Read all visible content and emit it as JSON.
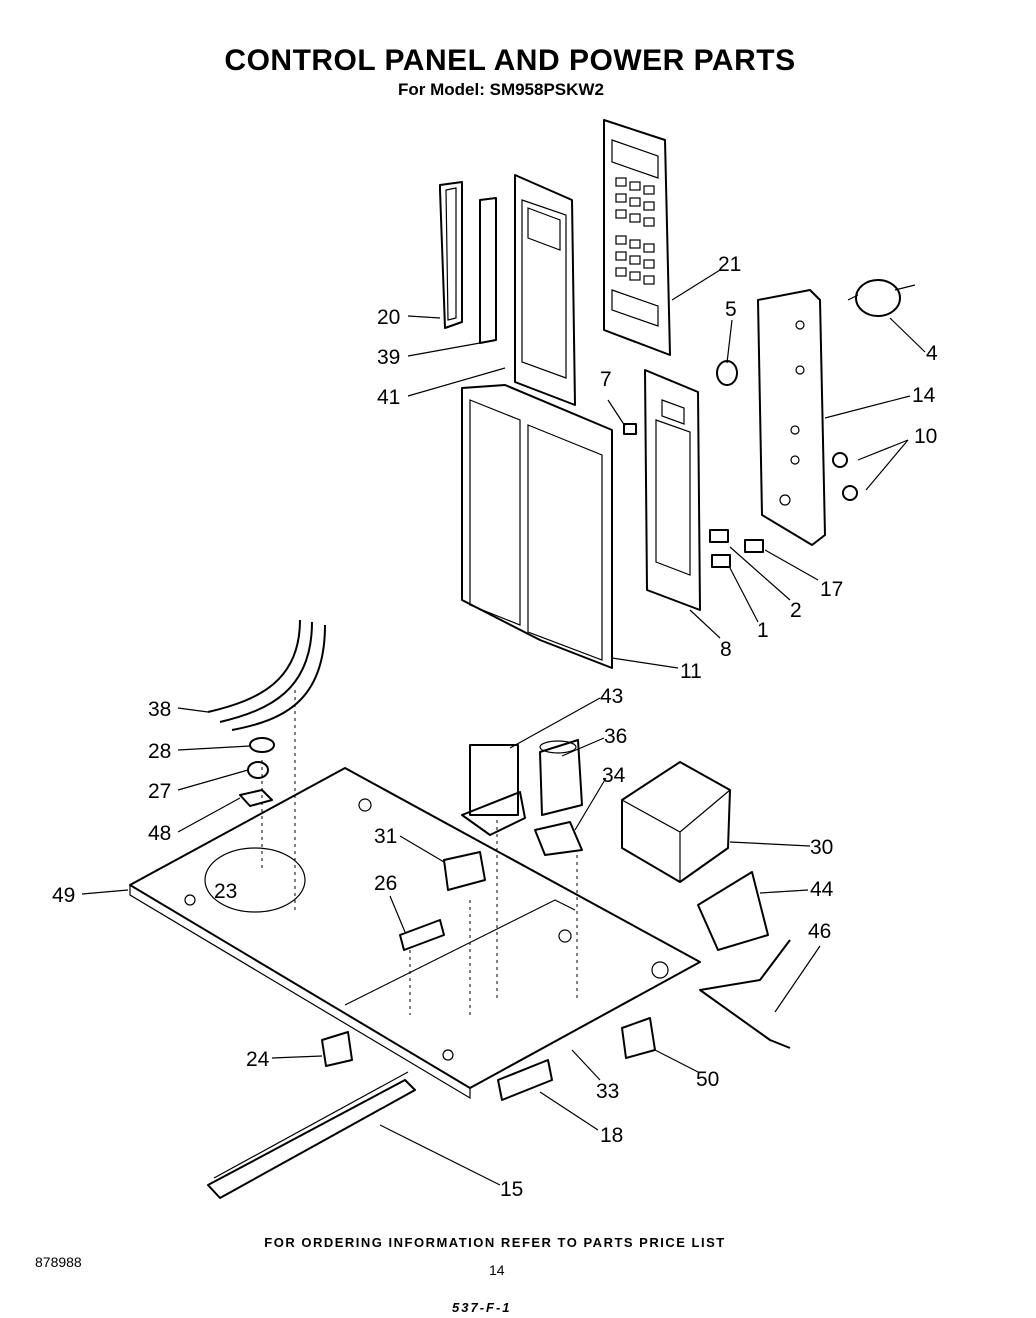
{
  "header": {
    "title": "CONTROL PANEL AND POWER PARTS",
    "subtitle": "For Model: SM958PSKW2"
  },
  "footer": {
    "ordering_note": "FOR ORDERING INFORMATION REFER TO PARTS PRICE LIST",
    "doc_number": "878988",
    "page_number": "14",
    "handwritten_code": "537-F-1"
  },
  "callouts": {
    "c20": "20",
    "c39": "39",
    "c41": "41",
    "c21": "21",
    "c5": "5",
    "c4": "4",
    "c14": "14",
    "c7": "7",
    "c10": "10",
    "c17": "17",
    "c2": "2",
    "c1": "1",
    "c8": "8",
    "c11": "11",
    "c38": "38",
    "c28": "28",
    "c27": "27",
    "c48": "48",
    "c43": "43",
    "c36": "36",
    "c34": "34",
    "c31": "31",
    "c30": "30",
    "c26": "26",
    "c44": "44",
    "c46": "46",
    "c49": "49",
    "c23": "23",
    "c24": "24",
    "c33": "33",
    "c50": "50",
    "c18": "18",
    "c15": "15"
  }
}
